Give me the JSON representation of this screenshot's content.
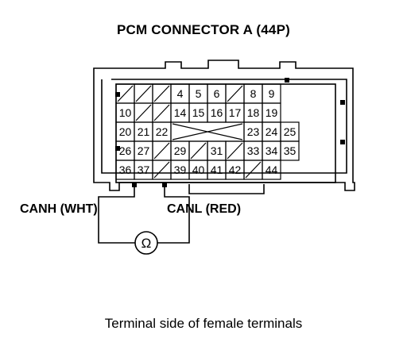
{
  "title": "PCM CONNECTOR A (44P)",
  "caption": "Terminal side of female terminals",
  "probe_labels": {
    "left": "CANH (WHT)",
    "right": "CANL (RED)"
  },
  "meter_symbol": "Ω",
  "connector": {
    "rows": [
      [
        "",
        "",
        "",
        "4",
        "5",
        "6",
        "",
        "8",
        "9"
      ],
      [
        "10",
        "",
        "",
        "14",
        "15",
        "16",
        "17",
        "18",
        "19"
      ],
      [
        "20",
        "21",
        "22",
        "X",
        "23",
        "24",
        "25"
      ],
      [
        "26",
        "27",
        "",
        "29",
        "",
        "31",
        "",
        "33",
        "34",
        "35"
      ],
      [
        "36",
        "37",
        "",
        "39",
        "40",
        "41",
        "42",
        "",
        "44"
      ]
    ]
  }
}
